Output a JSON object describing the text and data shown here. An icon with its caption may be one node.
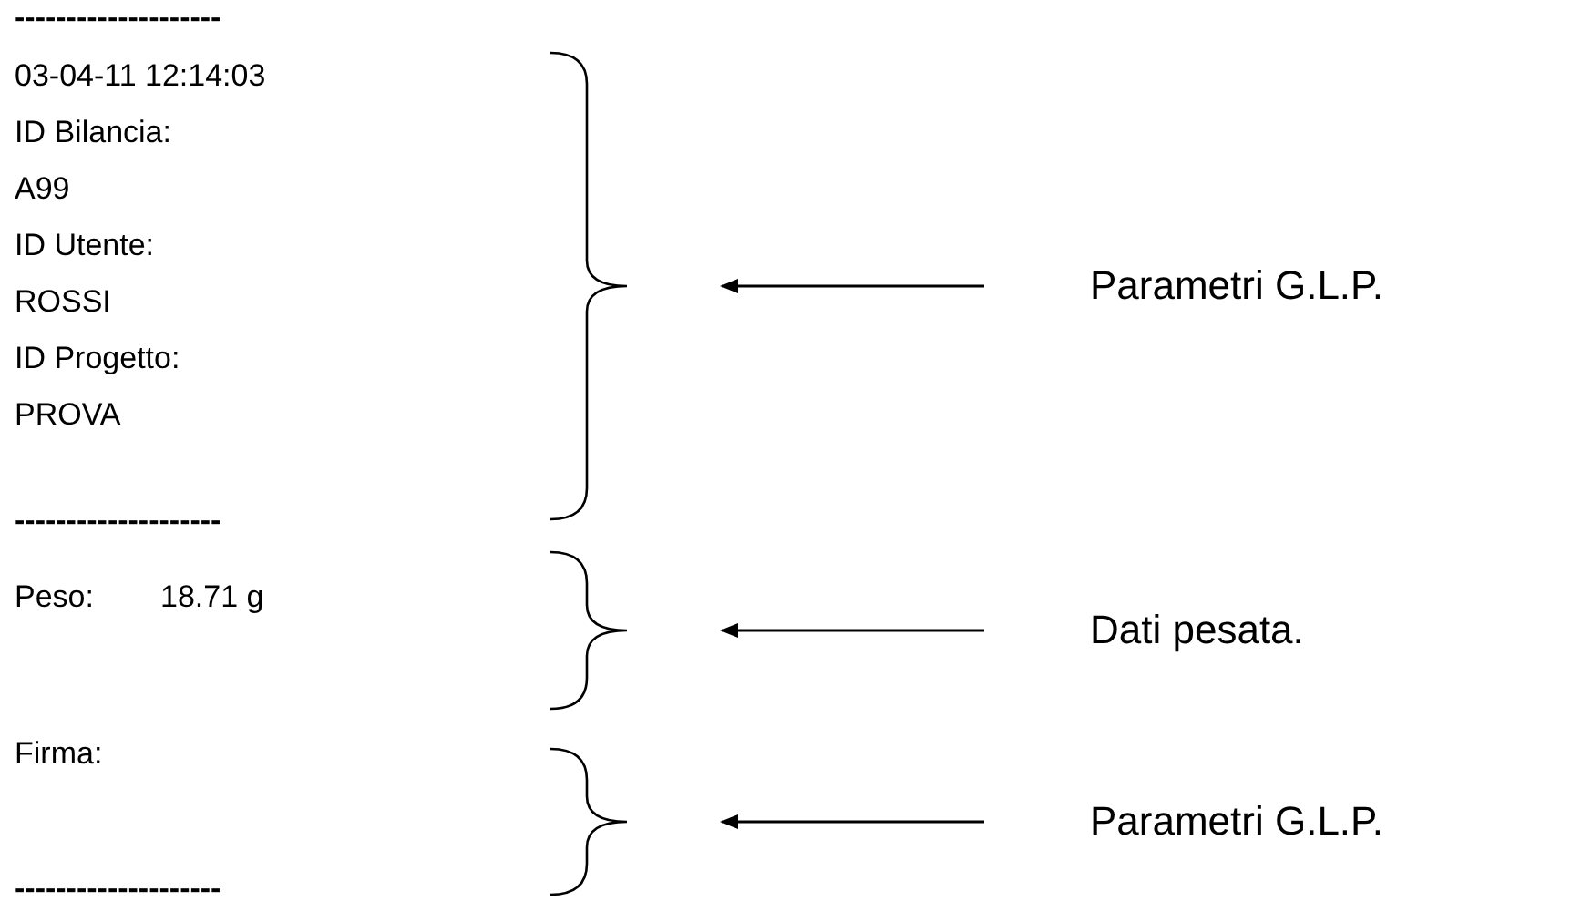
{
  "diagram": {
    "nodes": [
      {
        "text": [
          "03-04-11 12:14:03",
          "ID Bilancia:",
          "A99",
          "ID Utente:",
          "ROSSI",
          "ID Progetto:",
          "PROVA"
        ]
      },
      {
        "text": [
          "Peso:",
          "18.71 g"
        ]
      },
      {
        "text": [
          "Firma:"
        ]
      },
      {
        "text": [
          "Parametri G.L.P."
        ]
      },
      {
        "text": [
          "Dati pesata."
        ]
      },
      {
        "text": [
          "Parametri G.L.P."
        ]
      }
    ],
    "edges": [
      {
        "from": 3,
        "to": 0,
        "arrow": "to"
      },
      {
        "from": 4,
        "to": 1,
        "arrow": "to"
      },
      {
        "from": 5,
        "to": 2,
        "arrow": "to"
      }
    ],
    "labels": [
      "--------------------",
      "--------------------",
      "--------------------"
    ]
  }
}
